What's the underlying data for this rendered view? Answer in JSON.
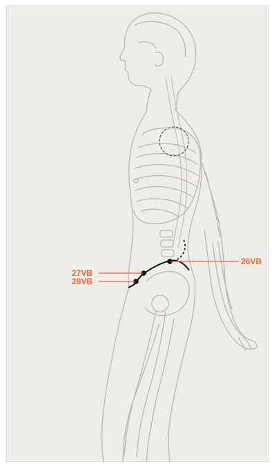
{
  "points": [
    {
      "id": "26vb",
      "label": "26VB"
    },
    {
      "id": "27vb",
      "label": "27VB"
    },
    {
      "id": "28vb",
      "label": "28VB"
    }
  ],
  "colors": {
    "background": "#efedea",
    "outline": "#b9b6b1",
    "line": "#111111",
    "label": "#e8663a"
  }
}
